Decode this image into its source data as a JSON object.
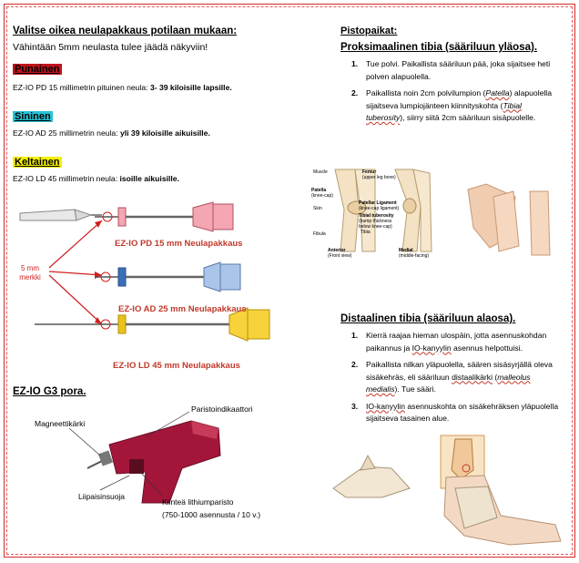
{
  "left": {
    "title": "Valitse oikea neulapakkaus potilaan mukaan:",
    "subtitle": "Vähintään 5mm neulasta tulee jäädä näkyviin!",
    "kits": [
      {
        "color_name": "Punainen",
        "color": "#c0141c",
        "text_color": "#000000",
        "desc_prefix": "EZ-IO PD 15 millimetrin pituinen neula: ",
        "desc_bold": "3- 39 kiloisille lapsille."
      },
      {
        "color_name": "Sininen",
        "color": "#27c3d6",
        "text_color": "#000000",
        "desc_prefix": "EZ-IO AD 25 millimetrin neula: ",
        "desc_bold": "yli 39 kiloisille aikuisille."
      },
      {
        "color_name": "Keltainen",
        "color": "#f5f000",
        "text_color": "#000000",
        "desc_prefix": "EZ-IO LD 45 millimetrin neula: ",
        "desc_bold": "isoille aikuisille."
      }
    ],
    "diagram": {
      "mark_label_1": "5 mm",
      "mark_label_2": "merkki",
      "kit_labels": [
        "EZ-IO PD 15 mm Neulapakkaus",
        "EZ-IO AD 25 mm Neulapakkaus",
        "EZ-IO LD 45 mm Neulapakkaus"
      ],
      "hub_colors": [
        "#f4a6b3",
        "#a9c6ea",
        "#f7d23a"
      ]
    },
    "drill": {
      "title": "EZ-IO G3 pora.",
      "labels": {
        "battery_indicator": "Paristoindikaattori",
        "magnet_tip": "Magneettikärki",
        "trigger_guard": "Liipaisinsuoja",
        "battery_1": "Kiinteä lithiumparisto",
        "battery_2": "(750-1000 asennusta / 10 v.)"
      },
      "body_color": "#a3163a"
    }
  },
  "right": {
    "title": "Pistopaikat:",
    "prox_title": "Proksimaalinen tibia (sääriluun yläosa).",
    "prox_items": [
      {
        "n": "1.",
        "text": "Tue polvi. Paikallista sääriluun pää, joka sijaitsee heti polven alapuolella."
      },
      {
        "n": "2.",
        "text_a": "Paikallista noin 2cm polvilumpion (",
        "text_b": "Patella",
        "text_c": ") alapuolella sijaitseva lumpiojänteen kiinnityskohta (",
        "text_d": "Tibial tuberosity",
        "text_e": "), siirry siitä 2cm sääriluun sisäpuolelle."
      }
    ],
    "knee_labels": {
      "muscle": "Muscle",
      "femur": "Femur",
      "femur_sub": "(upper leg bone)",
      "patella": "Patella",
      "patella_sub": "(knee-cap)",
      "skin": "Skin",
      "patellar_lig": "Patellar Ligament",
      "patellar_lig_sub": "(knee-cap ligament)",
      "tibial_tub": "Tibial tuberosity",
      "tibial_tub_sub": "(bump thickness below knee-cap)",
      "fibula": "Fibula",
      "tibia": "Tibia",
      "anterior": "Anterior",
      "anterior_sub": "(Front view)",
      "medial": "Medial",
      "medial_sub": "(middle-facing)"
    },
    "dist_title": "Distaalinen tibia (sääriluun alaosa).",
    "dist_items": [
      {
        "n": "1.",
        "text_a": "Kierrä raajaa hieman ulospäin, jotta asennuskohdan paikannus ja ",
        "text_b": "IO-kanyylin",
        "text_c": " asennus helpottuisi."
      },
      {
        "n": "2.",
        "text_a": "Paikallista nilkan yläpuolella, säären sisäsyrjällä oleva sisäkehräs, eli sääriluun ",
        "text_b": "distaalikärki",
        "text_c": " (",
        "text_d": "malleolus medialis",
        "text_e": "). Tue sääri."
      },
      {
        "n": "3.",
        "text_a": "",
        "text_b": "IO-kanyylin",
        "text_c": " asennuskohta on sisäkehräksen yläpuolella sijaitseva tasainen alue."
      }
    ]
  }
}
